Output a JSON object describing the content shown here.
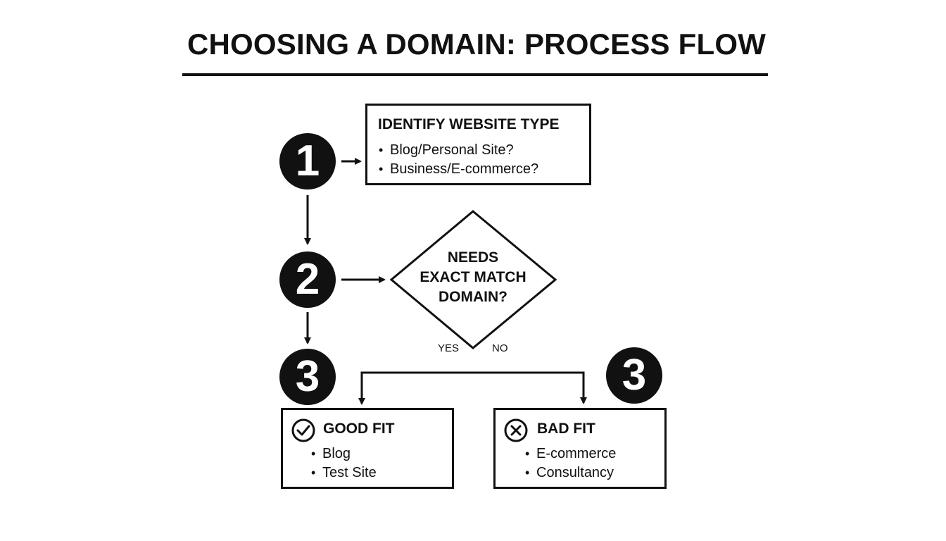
{
  "title": "CHOOSING A DOMAIN: PROCESS FLOW",
  "steps": {
    "step1": "1",
    "step2": "2",
    "step3_left": "3",
    "step3_right": "3"
  },
  "identify_box": {
    "heading": "IDENTIFY WEBSITE TYPE",
    "items": [
      "Blog/Personal Site?",
      "Business/E-commerce?"
    ]
  },
  "decision": {
    "lines": [
      "NEEDS",
      "EXACT MATCH",
      "DOMAIN?"
    ],
    "yes_label": "YES",
    "no_label": "NO"
  },
  "good_fit": {
    "heading": "GOOD FIT",
    "icon": "check-circle-icon",
    "items": [
      "Blog",
      "Test Site"
    ]
  },
  "bad_fit": {
    "heading": "BAD FIT",
    "icon": "x-circle-icon",
    "items": [
      "E-commerce",
      "Consultancy"
    ]
  },
  "colors": {
    "ink": "#111111",
    "background": "#ffffff"
  }
}
